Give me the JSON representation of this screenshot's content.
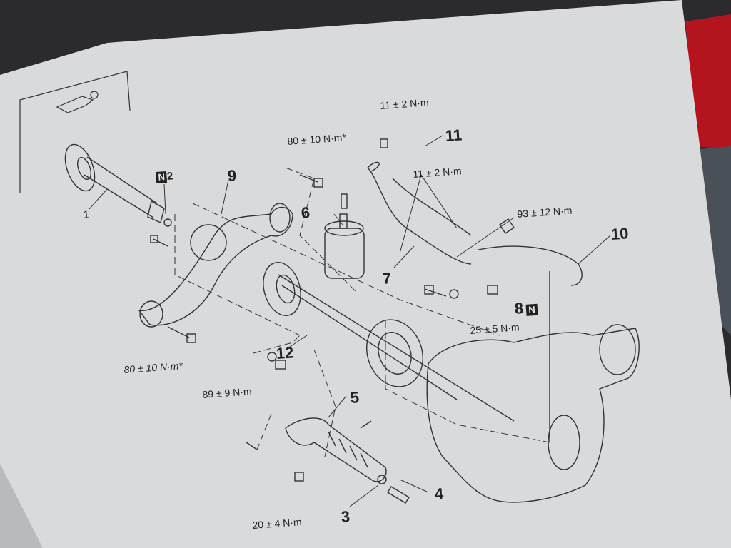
{
  "callouts": {
    "c1": "1",
    "c2": "2",
    "c2_badge": "N",
    "c3": "3",
    "c4": "4",
    "c5": "5",
    "c6": "6",
    "c7": "7",
    "c8": "8",
    "c8_badge": "N",
    "c9": "9",
    "c10": "10",
    "c11": "11",
    "c12": "12"
  },
  "torques": {
    "t_top_11": "11 ± 2 N·m",
    "t_mid_11": "11 ± 2 N·m",
    "t_80_upper": "80 ± 10 N·m*",
    "t_80_lower": "80 ± 10 N·m*",
    "t_93": "93 ± 12 N·m",
    "t_25": "25 ± 5 N·m",
    "t_89": "89 ± 9 N·m",
    "t_20": "20 ± 4 N·m"
  },
  "colors": {
    "paper": "#d9dadc",
    "ink": "#222222",
    "background": "#2b2a2c",
    "red_object": "#b3141e"
  }
}
